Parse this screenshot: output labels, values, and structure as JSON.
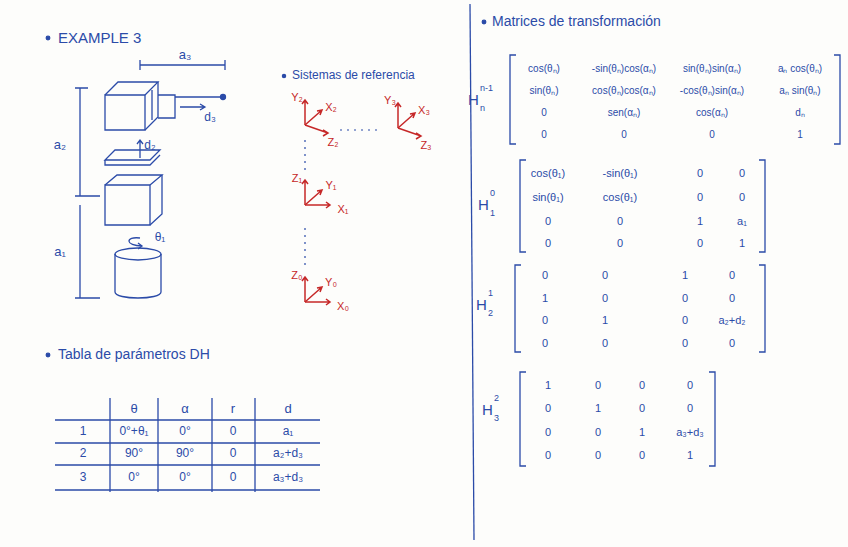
{
  "diagram": {
    "title": "EXAMPLE 3",
    "labels": [
      "a₃",
      "d₃",
      "d₂",
      "θ₁",
      "a₂",
      "a₁",
      "Sistemas de referencia",
      "Y₂",
      "X₂",
      "Z₂",
      "Y₃",
      "X₃",
      "Z₃",
      "Z₁",
      "Y₁",
      "X₁",
      "Z₀",
      "Y₀",
      "X₀",
      "Tabla de parámetros DH",
      "θ",
      "α",
      "r",
      "d",
      "1",
      "0°+θ₁",
      "0°",
      "0",
      "a₁",
      "2",
      "90°",
      "90°",
      "0",
      "a₂+d₃",
      "3",
      "0°",
      "0°",
      "0",
      "a₃+d₃",
      "Matrices de transformación",
      "H",
      "n-1",
      "n",
      "cos(θₙ)",
      "-sin(θₙ)cos(αₙ)",
      "sin(θₙ)sin(αₙ)",
      "aₙ cos(θₙ)",
      "sin(θₙ)",
      "cos(θₙ)cos(αₙ)",
      "-cos(θₙ)sin(αₙ)",
      "aₙ sin(θₙ)",
      "0",
      "sen(αₙ)",
      "cos(αₙ)",
      "dₙ",
      "0",
      "0",
      "0",
      "1",
      "H",
      "0",
      "1",
      "cos(θ₁)",
      "-sin(θ₁)",
      "0",
      "0",
      "sin(θ₁)",
      "cos(θ₁)",
      "0",
      "0",
      "0",
      "0",
      "1",
      "a₁",
      "0",
      "0",
      "0",
      "1",
      "H",
      "1",
      "2",
      "0",
      "0",
      "1",
      "0",
      "1",
      "0",
      "0",
      "0",
      "0",
      "1",
      "0",
      "a₂+d₂",
      "0",
      "0",
      "0",
      "0",
      "H",
      "2",
      "3",
      "1",
      "0",
      "0",
      "0",
      "0",
      "1",
      "0",
      "0",
      "0",
      "0",
      "1",
      "a₃+d₃",
      "0",
      "0",
      "0",
      "1"
    ]
  }
}
